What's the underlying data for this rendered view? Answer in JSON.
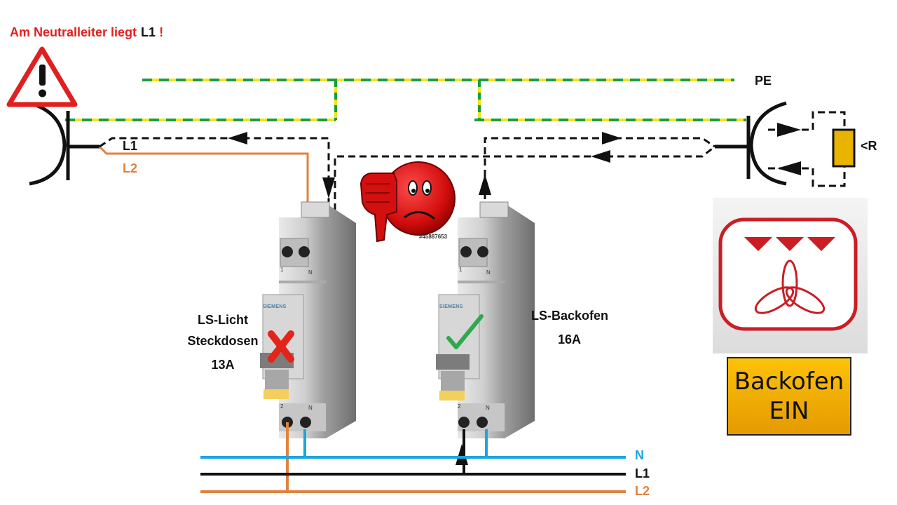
{
  "warning": {
    "prefix": "Am Neutralleiter liegt",
    "conductor": "L1",
    "suffix": "!"
  },
  "top_labels": {
    "pe": "PE",
    "l1": "L1",
    "l2": "L2",
    "resistor": "<R"
  },
  "bus_labels": {
    "n": "N",
    "l1": "L1",
    "l2": "L2"
  },
  "breaker_left": {
    "name_line1": "LS-Licht",
    "name_line2": "Steckdosen",
    "rating": "13A",
    "status": "tripped",
    "brand": "SIEMENS",
    "terminal_top": "1",
    "terminal_top_n": "N",
    "terminal_bottom": "2",
    "terminal_bottom_n": "N"
  },
  "breaker_right": {
    "name": "LS-Backofen",
    "rating": "16A",
    "status": "ok",
    "brand": "SIEMENS",
    "terminal_top": "1",
    "terminal_top_n": "N",
    "terminal_bottom": "2",
    "terminal_bottom_n": "N"
  },
  "stock_id": "#45887653",
  "oven_button": {
    "line1": "Backofen",
    "line2": "EIN"
  },
  "colors": {
    "warning_red": "#e02020",
    "pe_green": "#1a9e3a",
    "pe_yellow": "#f2e51a",
    "l2_orange": "#e0823c",
    "n_blue": "#1aa6e0",
    "wire_black": "#111111",
    "resistor_yellow": "#e8b400",
    "ok_green": "#2fa84f",
    "error_red": "#e3241b",
    "oven_icon_red": "#c91e24"
  },
  "icons": [
    "warning-triangle-icon",
    "thumbs-down-emoji-icon",
    "red-x-icon",
    "green-check-icon",
    "oven-fan-icon",
    "resistor-icon",
    "wire-arrow-icon"
  ]
}
